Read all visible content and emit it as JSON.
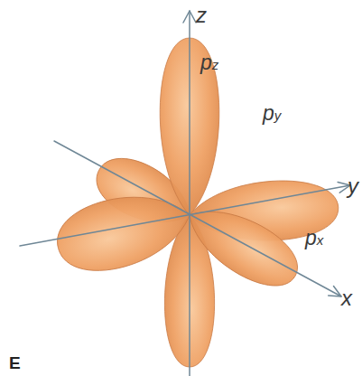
{
  "diagram": {
    "labels": [
      "z",
      "pz",
      "py",
      "y",
      "px",
      "x",
      "E"
    ]
  }
}
